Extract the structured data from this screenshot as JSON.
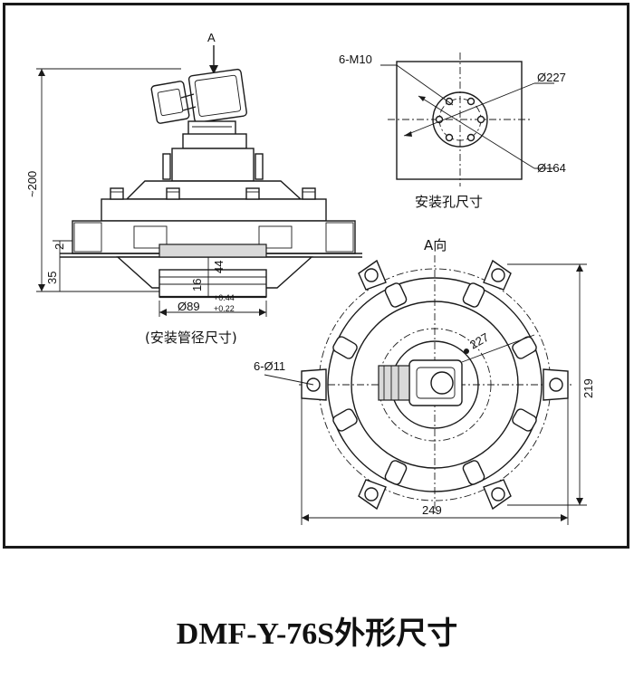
{
  "labels": {
    "view_arrow": "A",
    "height_dim": "~200",
    "dim_2": "2",
    "dim_35": "35",
    "dim_44": "44",
    "dim_16": "16",
    "pipe_dia": "Ø89",
    "tol_upper": "+0.44",
    "tol_lower": "+0.22",
    "pipe_caption": "(安装管径尺寸)",
    "hole_thread": "6-M10",
    "hole_d227": "Ø227",
    "hole_d164": "Ø164",
    "hole_caption": "安装孔尺寸",
    "view_a": "A向",
    "bolt_circle": "227",
    "bolt_holes": "6-Ø11",
    "dim_219": "219",
    "dim_249": "249"
  },
  "title": "DMF-Y-76S外形尺寸"
}
